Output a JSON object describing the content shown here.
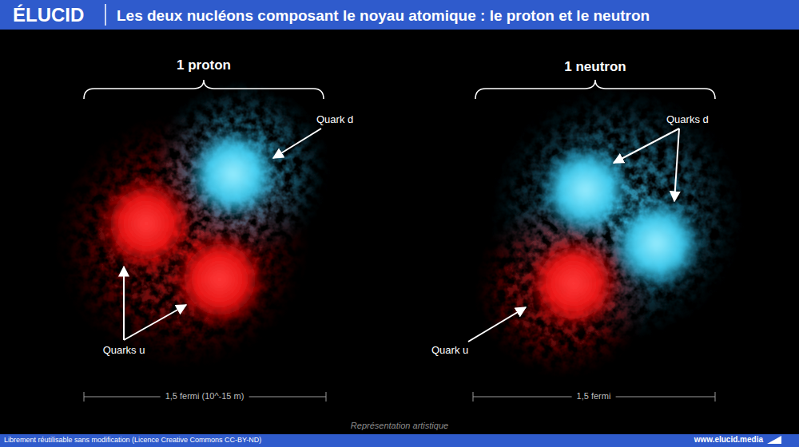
{
  "diagram": {
    "title": "Les deux nucléons composant le noyau atomique : le proton et le neutron",
    "caption": "Représentation artistique",
    "labels": [
      "ÉLUCID",
      "1 proton",
      "1 neutron",
      "Quark d",
      "Quarks u",
      "Quarks d",
      "Quark u",
      "1,5 fermi (10^-15 m)",
      "1,5 fermi",
      "Librement réutilisable sans modification (Licence Creative Commons CC-BY-ND)",
      "www.elucid.media"
    ]
  }
}
